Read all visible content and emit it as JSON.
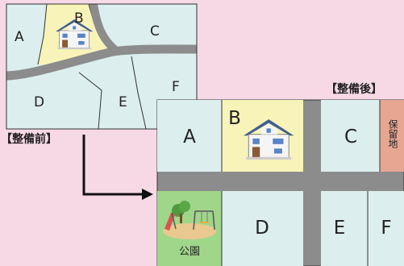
{
  "before": {
    "caption": "【整備前】",
    "plots": {
      "a": "A",
      "b": "B",
      "c": "C",
      "d": "D",
      "e": "E",
      "f": "F"
    }
  },
  "after": {
    "caption": "【整備後】",
    "plots": {
      "a": "A",
      "b": "B",
      "c": "C",
      "d": "D",
      "e": "E",
      "f": "F"
    },
    "reserve_land": "保留地",
    "park": "公園"
  },
  "colors": {
    "background": "#f7d9e6",
    "plot": "#dceeed",
    "house_plot": "#f8f3b8",
    "road": "#8c8c8c",
    "reserve_land": "#e7a691",
    "park": "#9fd68a",
    "arrow": "#111111"
  },
  "icons": [
    "house-icon",
    "playground-icon",
    "arrow-icon"
  ]
}
